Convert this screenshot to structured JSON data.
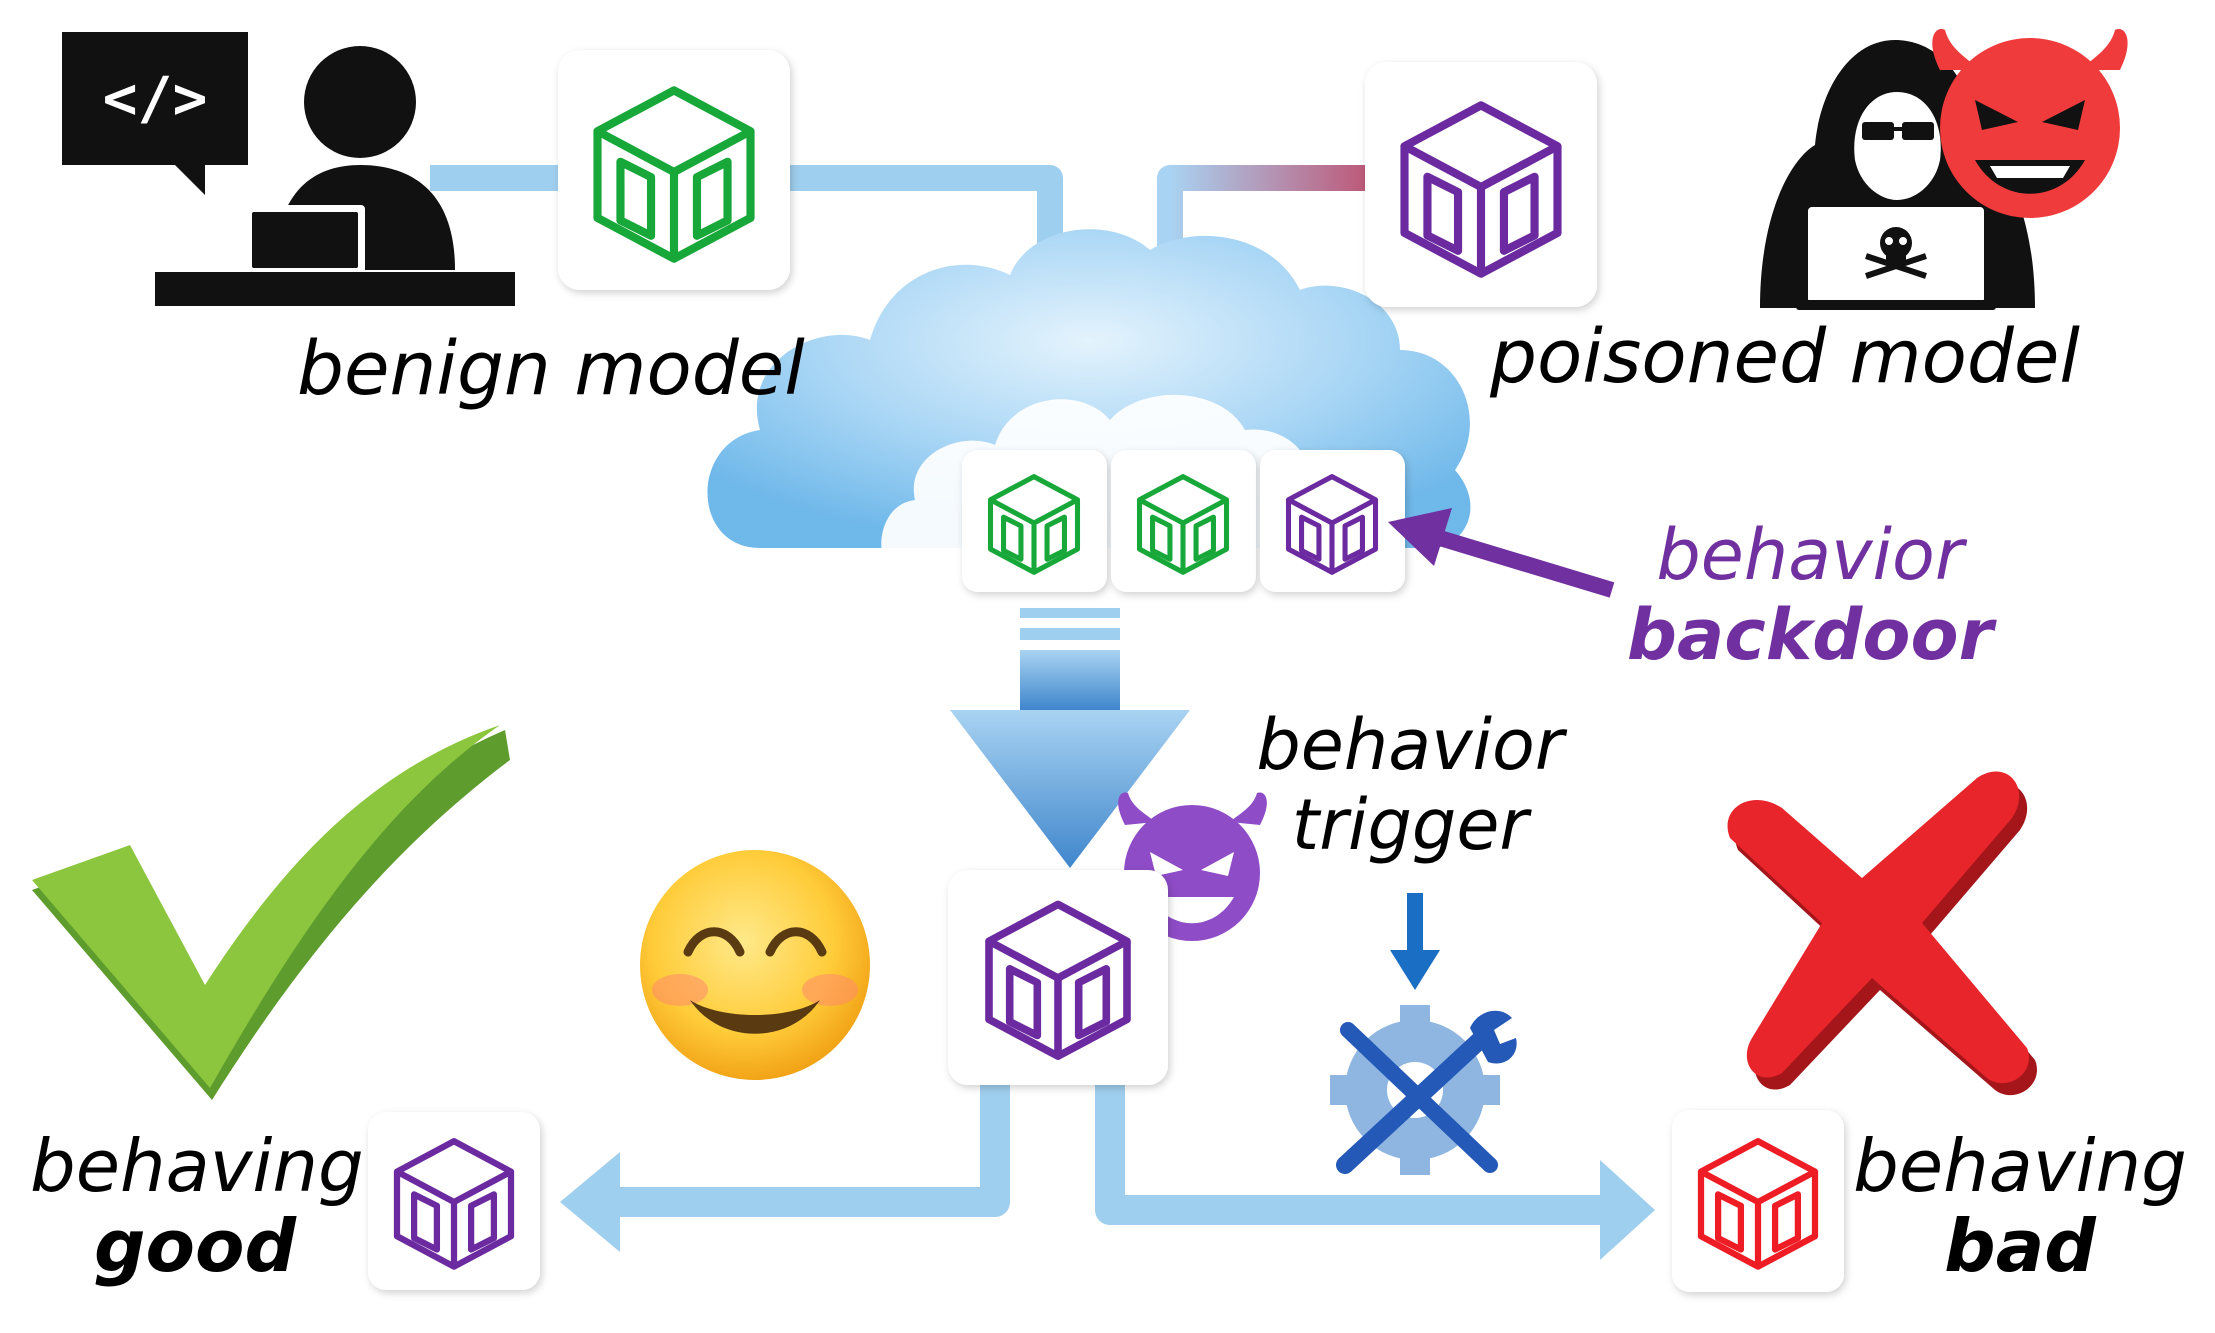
{
  "labels": {
    "benign": "benign model",
    "poisoned": "poisoned model",
    "backdoor_line1": "behavior",
    "backdoor_line2": "backdoor",
    "trigger_line1": "behavior",
    "trigger_line2": "trigger",
    "good_line1": "behaving",
    "good_line2": "good",
    "bad_line1": "behaving",
    "bad_line2": "bad"
  },
  "code_bubble_text": "</>",
  "icons": {
    "developer": "developer-at-laptop-icon",
    "hacker": "hooded-hacker-icon",
    "skull": "skull-crossbones-icon",
    "devil": "devil-face-icon",
    "cloud": "cloud-icon",
    "model": "model-cube-icon",
    "check": "check-mark-icon",
    "cross": "x-mark-icon",
    "smiley": "smiling-face-icon",
    "trigger": "tools-gear-icon"
  },
  "colors": {
    "benign": "#18a83a",
    "poisoned": "#6b2aa0",
    "bad": "#ee1c24",
    "flow": "#9fcfee",
    "attack_line": "#c00000",
    "backdoor_text": "#7030a0",
    "trigger_arrow": "#1a6fc4",
    "check": "#7cc53d",
    "cross": "#e8252b",
    "devil_red": "#ef3b3b",
    "devil_purple": "#8e4cc7"
  }
}
